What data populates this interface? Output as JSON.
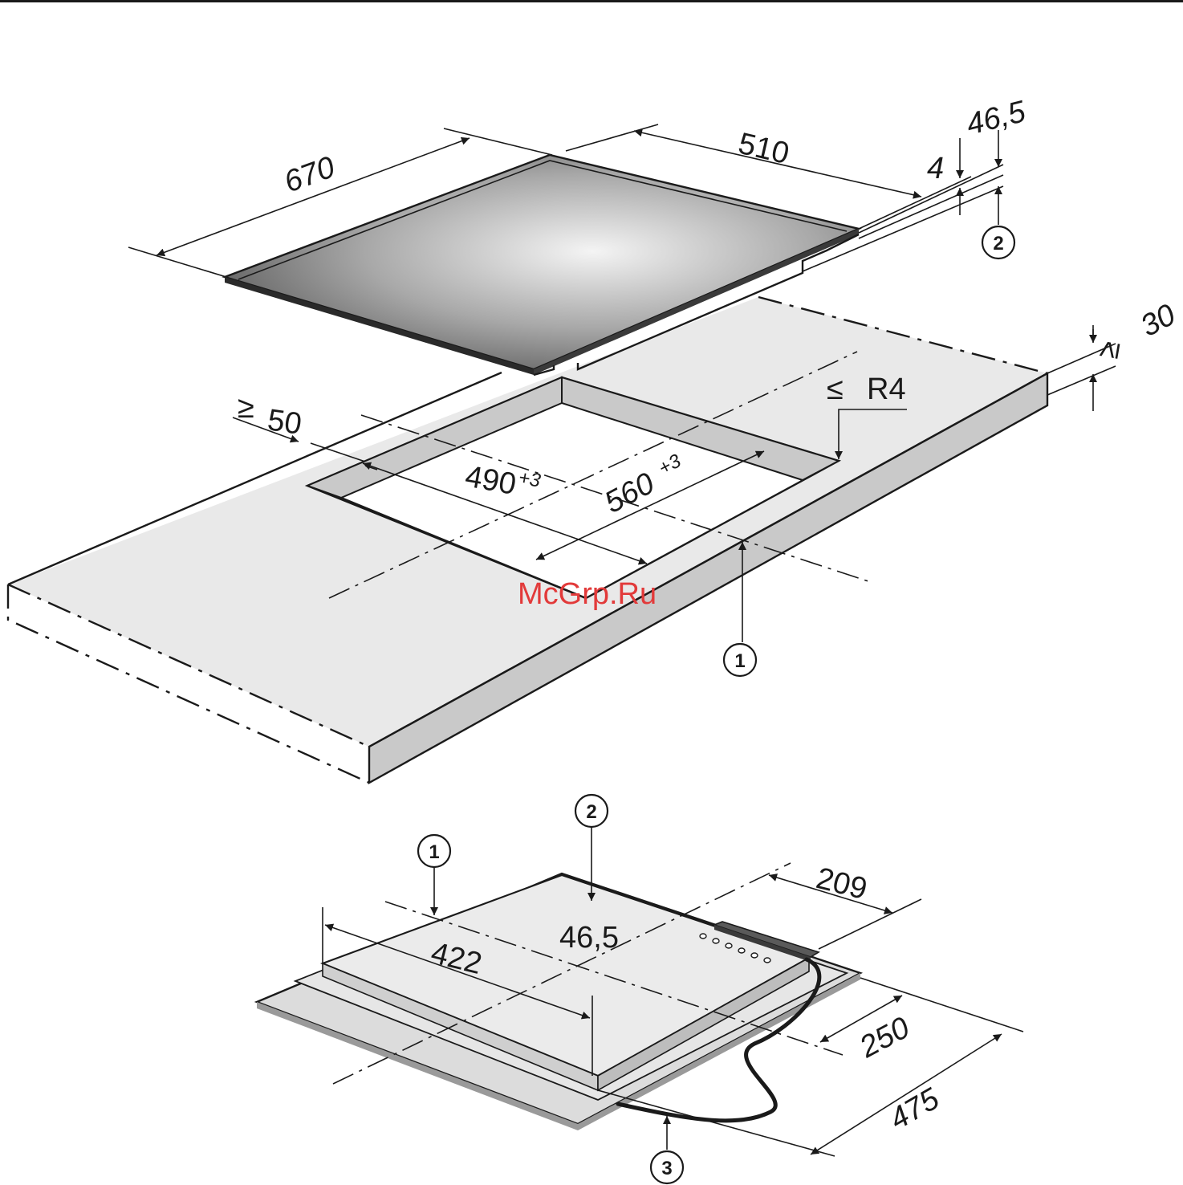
{
  "hob": {
    "width": "670",
    "depth": "510",
    "glass_thickness": "4",
    "total_height": "46,5",
    "callout": "2"
  },
  "worktop": {
    "thickness": "30",
    "min_edge_distance": "50",
    "cutout_width": "490",
    "cutout_width_tolerance": "+3",
    "cutout_depth": "560",
    "cutout_depth_tolerance": "+3",
    "corner_radius": "R4",
    "callout": "1"
  },
  "symbols": {
    "ge": "≥",
    "le": "≤"
  },
  "underside": {
    "callout_1": "1",
    "callout_2": "2",
    "callout_3": "3",
    "dim_209": "209",
    "dim_422": "422",
    "dim_46_5": "46,5",
    "dim_250": "250",
    "dim_475": "475"
  },
  "watermark": "McGrp.Ru"
}
